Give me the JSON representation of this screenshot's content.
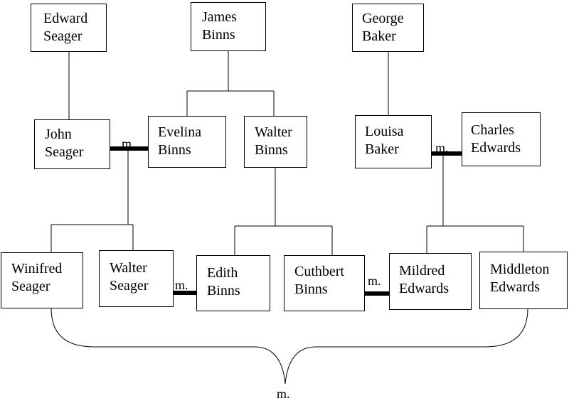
{
  "people": {
    "edward_seager": {
      "first": "Edward",
      "last": "Seager"
    },
    "james_binns": {
      "first": "James",
      "last": "Binns"
    },
    "george_baker": {
      "first": "George",
      "last": "Baker"
    },
    "john_seager": {
      "first": "John",
      "last": "Seager"
    },
    "evelina_binns": {
      "first": "Evelina",
      "last": "Binns"
    },
    "walter_binns": {
      "first": "Walter",
      "last": "Binns"
    },
    "louisa_baker": {
      "first": "Louisa",
      "last": "Baker"
    },
    "charles_edwards": {
      "first": "Charles",
      "last": "Edwards"
    },
    "winifred_seager": {
      "first": "Winifred",
      "last": "Seager"
    },
    "walter_seager": {
      "first": "Walter",
      "last": "Seager"
    },
    "edith_binns": {
      "first": "Edith",
      "last": "Binns"
    },
    "cuthbert_binns": {
      "first": "Cuthbert",
      "last": "Binns"
    },
    "mildred_edwards": {
      "first": "Mildred",
      "last": "Edwards"
    },
    "middleton_edwards": {
      "first": "Middleton",
      "last": "Edwards"
    }
  },
  "marriage_labels": {
    "john_evelina": "m",
    "louisa_charles": "m.",
    "walter_edith": "m.",
    "cuthbert_mildred": "m.",
    "winifred_middleton": "m."
  }
}
